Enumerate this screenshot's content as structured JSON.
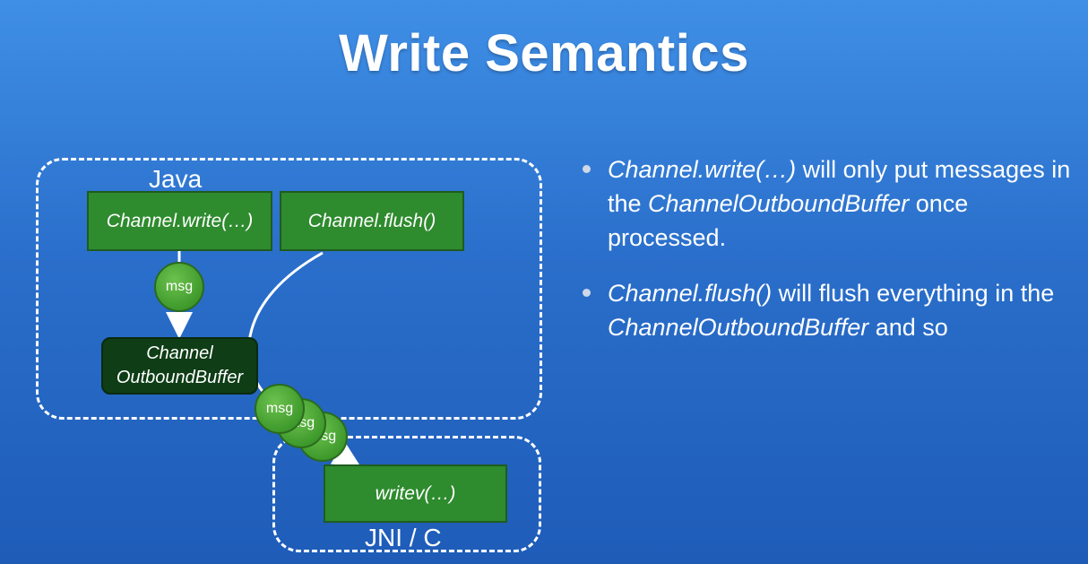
{
  "slide": {
    "title": "Write Semantics"
  },
  "diagram": {
    "java_label": "Java",
    "jni_label": "JNI / C",
    "write_box": "Channel.write(…)",
    "flush_box": "Channel.flush()",
    "buffer_line1": "Channel",
    "buffer_line2": "OutboundBuffer",
    "writev_box": "writev(…)",
    "msg_labels": [
      "msg",
      "msg",
      "msg",
      "msg"
    ],
    "colors": {
      "box_green": "#2e8b2e",
      "buffer_dark": "#0e3d16",
      "msg_green": "#4aa935",
      "background": "#2a6fcb"
    }
  },
  "bullets": [
    {
      "part1_italic": "Channel.write(…)",
      "part2": " will only put messages in the ",
      "part3_italic": "ChannelOutboundBuffer",
      "part4": " once processed."
    },
    {
      "part1_italic": "Channel.flush()",
      "part2": " will flush everything in the ",
      "part3_italic": "ChannelOutboundBuffer",
      "part4": " and so"
    }
  ]
}
